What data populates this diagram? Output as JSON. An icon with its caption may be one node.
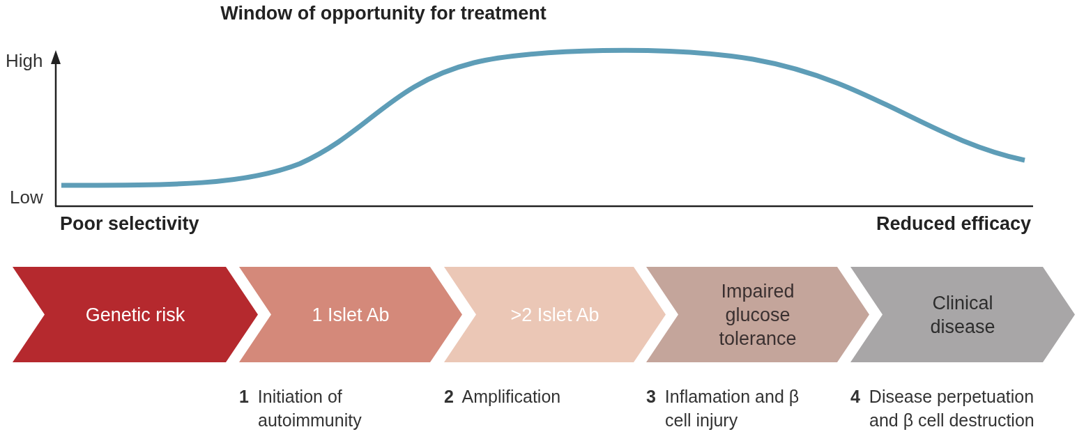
{
  "diagram": {
    "title": "Window of opportunity for treatment",
    "nodes": [
      {
        "text": [
          "Genetic risk"
        ]
      },
      {
        "text": [
          "1 Islet Ab"
        ],
        "beside": [
          "**1** Initiation of autoimmunity"
        ]
      },
      {
        "text": [
          ">2 Islet Ab"
        ],
        "beside": [
          "**2** Amplification"
        ]
      },
      {
        "text": [
          "Impaired glucose tolerance"
        ],
        "beside": [
          "**3** Inflamation and β cell injury"
        ]
      },
      {
        "text": [
          "Clinical disease"
        ],
        "beside": [
          "**4** Disease perpetuation and β cell destruction"
        ]
      }
    ],
    "labels": [
      "High",
      "Low",
      "Poor selectivity",
      "Reduced efficacy"
    ]
  }
}
